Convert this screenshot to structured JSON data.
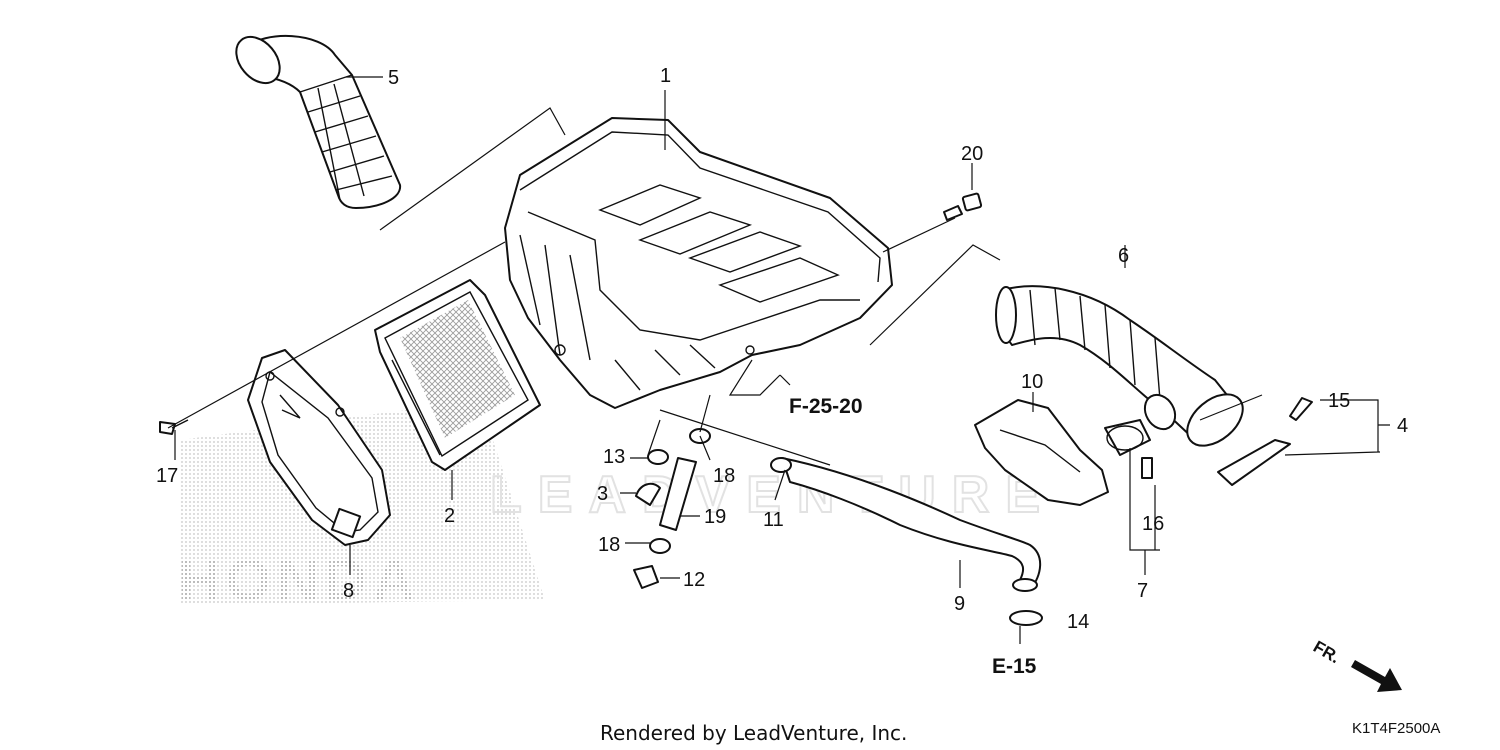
{
  "diagram": {
    "part_numbers": {
      "p1": "1",
      "p2": "2",
      "p3": "3",
      "p4": "4",
      "p5": "5",
      "p6": "6",
      "p7": "7",
      "p8": "8",
      "p9": "9",
      "p10": "10",
      "p11": "11",
      "p12": "12",
      "p13": "13",
      "p14": "14",
      "p15": "15",
      "p16": "16",
      "p17": "17",
      "p18a": "18",
      "p18b": "18",
      "p19": "19",
      "p20": "20"
    },
    "references": {
      "ref1": "F-25-20",
      "ref2": "E-15"
    },
    "direction_label": "FR.",
    "watermark": "LEADVENTURE",
    "brand_text": "HONDA",
    "footer": "Rendered by LeadVenture, Inc.",
    "diagram_code": "K1T4F2500A"
  }
}
